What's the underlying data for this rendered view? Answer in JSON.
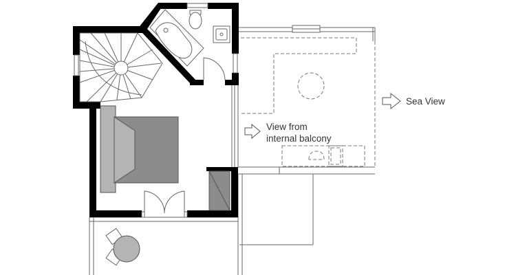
{
  "annotations": {
    "internal_view_line1": "View from",
    "internal_view_line2": "internal balcony",
    "sea_view": "Sea View"
  },
  "colors": {
    "wall": "#000000",
    "bed": "#8c8c8c",
    "pillow": "#b4b4b4",
    "wardrobe": "#8c8c8c",
    "line": "#666666",
    "label": "#333333"
  }
}
